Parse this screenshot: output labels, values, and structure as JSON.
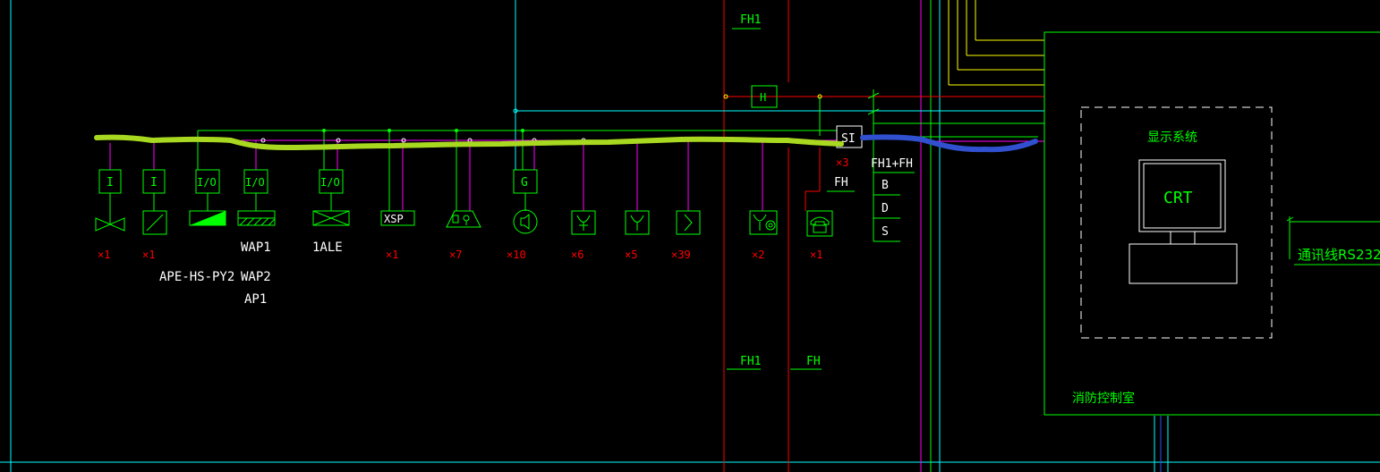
{
  "colors": {
    "background": "#000000",
    "green": "#00ff00",
    "red": "#ff0000",
    "cyan": "#00ffff",
    "magenta": "#ff00ff",
    "yellow": "#ffff00",
    "white": "#ffffff",
    "highlight_yellow_green": "#a8d820",
    "highlight_blue": "#3050d0"
  },
  "riser_labels": {
    "fh1_top": "FH1",
    "fh1_bottom": "FH1",
    "fh_bottom": "FH",
    "h_box": "H"
  },
  "si": {
    "label": "SI",
    "count": "×3",
    "fh_label": "FH",
    "bus_label": "FH1+FH",
    "rows": [
      "B",
      "D",
      "S"
    ]
  },
  "devices": [
    {
      "id": "valve",
      "module": "I",
      "count": "×1"
    },
    {
      "id": "switch",
      "module": "I",
      "count": "×1",
      "label": "APE-HS-PY2"
    },
    {
      "id": "damper",
      "module": "I/O"
    },
    {
      "id": "fan",
      "module": "I/O",
      "labels": [
        "WAP1",
        "WAP2",
        "AP1"
      ]
    },
    {
      "id": "cross-box",
      "module": "I/O",
      "label": "1ALE"
    },
    {
      "id": "xsp",
      "box_text": "XSP",
      "count": "×1"
    },
    {
      "id": "alarm-bell",
      "count": "×7"
    },
    {
      "id": "speaker",
      "module": "G",
      "count": "×10"
    },
    {
      "id": "manual-call",
      "count": "×6"
    },
    {
      "id": "hydrant-button",
      "count": "×5"
    },
    {
      "id": "smoke-detector",
      "count": "×39"
    },
    {
      "id": "heat-smoke",
      "count": "×2"
    },
    {
      "id": "telephone",
      "count": "×1"
    }
  ],
  "control_room": {
    "display_system": "显示系统",
    "crt": "CRT",
    "comm_line": "通讯线RS232",
    "room_name": "消防控制室"
  }
}
